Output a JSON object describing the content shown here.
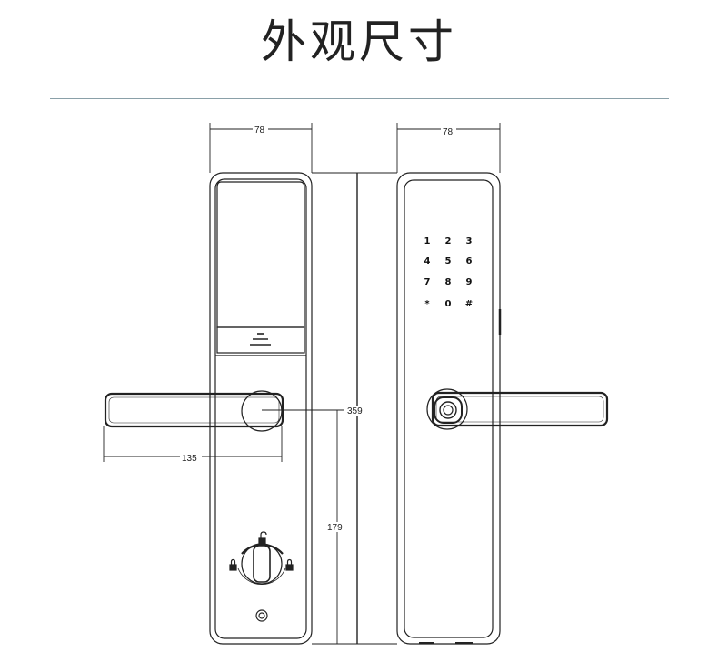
{
  "title": "外观尺寸",
  "dimensions": {
    "width_front": "78",
    "width_back": "78",
    "height_total": "359",
    "handle_length": "135",
    "lower_height": "179"
  },
  "keypad": [
    [
      "1",
      "2",
      "3"
    ],
    [
      "4",
      "5",
      "6"
    ],
    [
      "7",
      "8",
      "9"
    ],
    [
      "*",
      "0",
      "#"
    ]
  ],
  "icons": {
    "unlock": "unlock-icon",
    "lock_left": "lock-icon",
    "lock_right": "lock-icon",
    "fingerprint": "fingerprint-icon"
  },
  "colors": {
    "line": "#222222",
    "rule": "#8aa0a8"
  }
}
